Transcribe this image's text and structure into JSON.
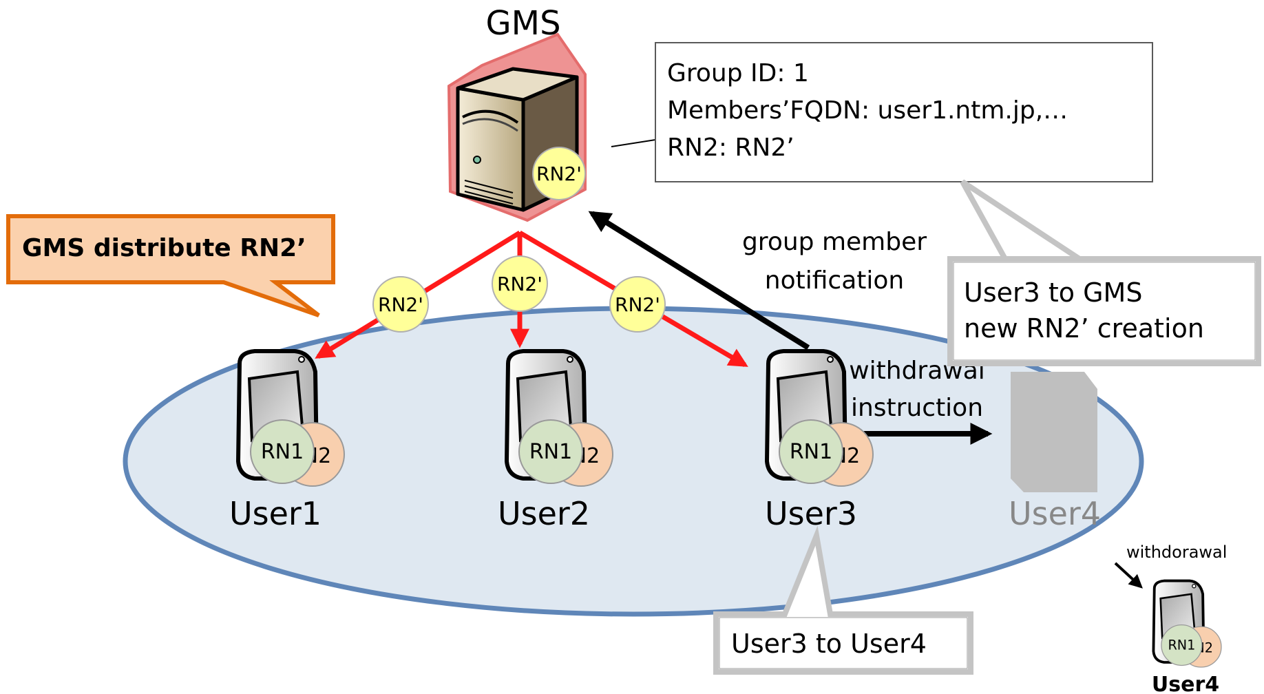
{
  "server": {
    "label": "GMS",
    "badge": "RN2'"
  },
  "info_box": {
    "line1": "Group ID: 1",
    "line2": "Members’FQDN: user1.ntm.jp,…",
    "line3": "RN2: RN2’"
  },
  "callout_distribute": "GMS distribute RN2’",
  "distribution_badges": [
    "RN2'",
    "RN2'",
    "RN2'"
  ],
  "notification_label": {
    "line1": "group member",
    "line2": "notification"
  },
  "callout_creation": {
    "line1": "User3 to GMS",
    "line2": "new RN2’ creation"
  },
  "withdrawal_label": {
    "line1": "withdrawal",
    "line2": "instruction"
  },
  "users": [
    {
      "label": "User1",
      "key_front": "RN1",
      "key_back": "RN2"
    },
    {
      "label": "User2",
      "key_front": "RN1",
      "key_back": "RN2"
    },
    {
      "label": "User3",
      "key_front": "RN1",
      "key_back": "RN2"
    }
  ],
  "user4_ghost_label": "User4",
  "callout_user3": "User3 to User4",
  "withdrawn_user": {
    "caption": "withdorawal",
    "label": "User4",
    "key_front": "RN1",
    "key_back": "RN2"
  },
  "colors": {
    "arrow_red": "#ff1a1a",
    "arrow_black": "#000000",
    "group_fill": "#dfe8f1",
    "group_stroke": "#5f86b8",
    "badge_yellow": "#ffff99",
    "key_green": "#d4e3c5",
    "key_peach": "#f8cfae",
    "callout_orange_fill": "#fbd1ad",
    "callout_orange_stroke": "#e36c0a",
    "ghost_gray": "#bfbfbf"
  }
}
